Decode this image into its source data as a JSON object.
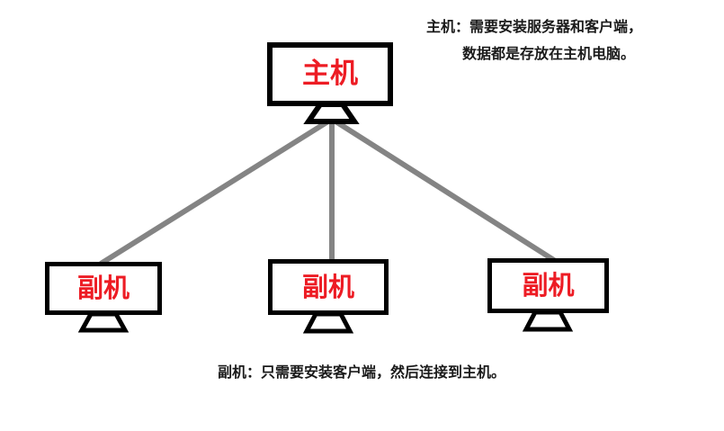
{
  "diagram": {
    "title_implicit": "host-client network topology",
    "nodes": {
      "host": {
        "label": "主机"
      },
      "clients": [
        {
          "label": "副机"
        },
        {
          "label": "副机"
        },
        {
          "label": "副机"
        }
      ]
    },
    "annotations": {
      "host_note_line1": "主机：需要安装服务器和客户端，",
      "host_note_line2": "数据都是存放在主机电脑。",
      "client_note": "副机：只需要安装客户端，然后连接到主机。"
    },
    "colors": {
      "label_red": "#ed1c24",
      "line_gray": "#848484",
      "outline_black": "#000000",
      "note_black": "#1a1a1a",
      "background": "#ffffff"
    }
  }
}
